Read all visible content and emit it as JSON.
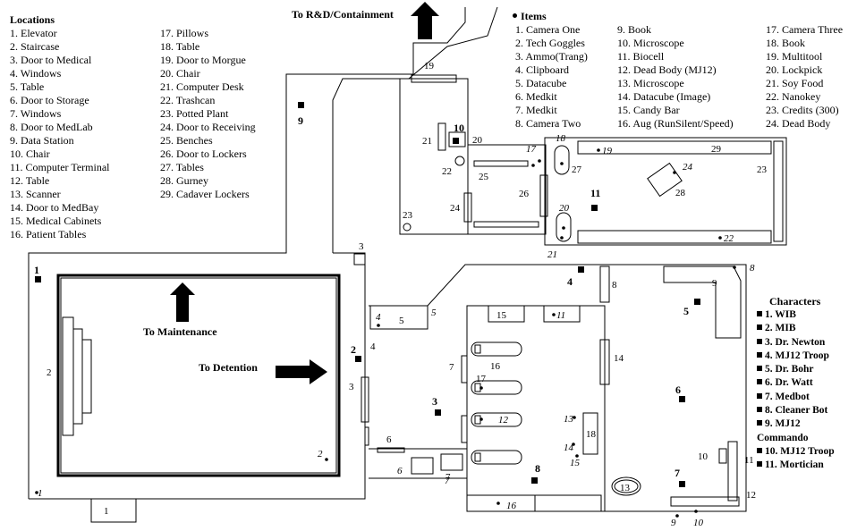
{
  "locations": {
    "title": "Locations",
    "col1": [
      "1. Elevator",
      "2. Staircase",
      "3. Door to Medical",
      "4. Windows",
      "5. Table",
      "6. Door to Storage",
      "7. Windows",
      "8. Door to MedLab",
      "9. Data Station",
      "10. Chair",
      "11. Computer Terminal",
      "12. Table",
      "13. Scanner",
      "14. Door to MedBay",
      "15. Medical Cabinets",
      "16. Patient Tables"
    ],
    "col2": [
      "17. Pillows",
      "18. Table",
      "19. Door to Morgue",
      "20. Chair",
      "21. Computer Desk",
      "22. Trashcan",
      "23. Potted Plant",
      "24. Door to Receiving",
      "25. Benches",
      "26. Door to Lockers",
      "27. Tables",
      "28. Gurney",
      "29. Cadaver Lockers"
    ]
  },
  "items": {
    "title": "Items",
    "col1": [
      "1. Camera One",
      "2. Tech Goggles",
      "3. Ammo(Trang)",
      "4. Clipboard",
      "5. Datacube",
      "6. Medkit",
      "7. Medkit",
      "8. Camera Two"
    ],
    "col2": [
      "9. Book",
      "10. Microscope",
      "11. Biocell",
      "12. Dead Body (MJ12)",
      "13. Microscope",
      "14. Datacube (Image)",
      "15. Candy Bar",
      "16. Aug (RunSilent/Speed)"
    ],
    "col3": [
      "17. Camera Three",
      "18. Book",
      "19. Multitool",
      "20. Lockpick",
      "21. Soy Food",
      "22. Nanokey",
      "23. Credits (300)",
      "24. Dead Body"
    ]
  },
  "characters": {
    "title": "Characters",
    "list": [
      "1. WIB",
      "2. MIB",
      "3. Dr. Newton",
      "4. MJ12 Troop",
      "5. Dr. Bohr",
      "6. Dr. Watt",
      "7. Medbot",
      "8. Cleaner Bot",
      "9. MJ12",
      "Commando",
      "10. MJ12 Troop",
      "11. Mortician"
    ]
  },
  "directions": {
    "rnd": "To R&D/Containment",
    "maintenance": "To Maintenance",
    "detention": "To Detention"
  },
  "map_labels": {
    "loc": {
      "l1": "1",
      "l2": "2",
      "l3": "3",
      "l4": "4",
      "l5": "5",
      "l6": "6",
      "l7": "7",
      "l8": "8",
      "l9": "9",
      "l10": "10",
      "l11": "11",
      "l12": "12",
      "l13": "13",
      "l14": "14",
      "l15": "15",
      "l16": "16",
      "l17": "17",
      "l18": "18",
      "l19": "19",
      "l20": "20",
      "l21": "21",
      "l22": "22",
      "l23": "23",
      "l24": "24",
      "l25": "25",
      "l26": "26",
      "l27": "27",
      "l28": "28",
      "l29": "29"
    },
    "items": {
      "i1": "1",
      "i2": "2",
      "i3": "3",
      "i4": "4",
      "i5": "5",
      "i6": "6",
      "i7": "7",
      "i8": "8",
      "i9": "9",
      "i10": "10",
      "i11": "11",
      "i12": "12",
      "i13": "13",
      "i14": "14",
      "i15": "15",
      "i16": "16",
      "i17": "17",
      "i18": "18",
      "i19": "19",
      "i20": "20",
      "i21": "21",
      "i22": "22",
      "i23": "23",
      "i24": "24"
    },
    "chars": {
      "c1": "1",
      "c2": "2",
      "c3": "3",
      "c4": "4",
      "c5": "5",
      "c6": "6",
      "c7": "7",
      "c8": "8",
      "c9": "9",
      "c10": "10",
      "c11": "11"
    }
  }
}
